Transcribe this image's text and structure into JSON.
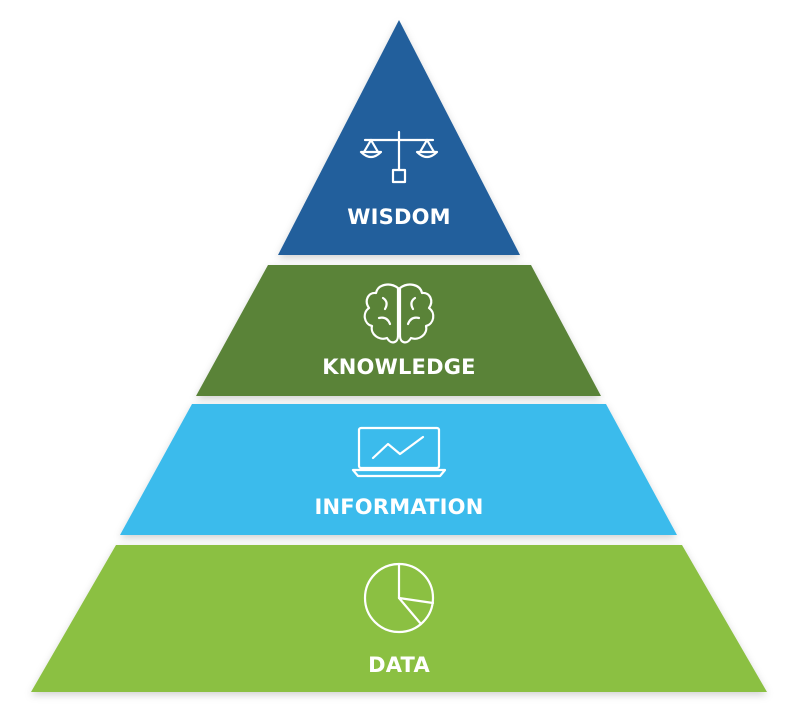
{
  "diagram": {
    "type": "pyramid",
    "tiers": [
      {
        "id": "wisdom",
        "label": "WISDOM",
        "icon": "balance-scale-icon",
        "color": "#225f9c"
      },
      {
        "id": "knowledge",
        "label": "KNOWLEDGE",
        "icon": "brain-icon",
        "color": "#5a8339"
      },
      {
        "id": "information",
        "label": "INFORMATION",
        "icon": "laptop-chart-icon",
        "color": "#3bbbec"
      },
      {
        "id": "data",
        "label": "DATA",
        "icon": "pie-chart-icon",
        "color": "#8bc043"
      }
    ],
    "separator_color": "#ffffff"
  }
}
